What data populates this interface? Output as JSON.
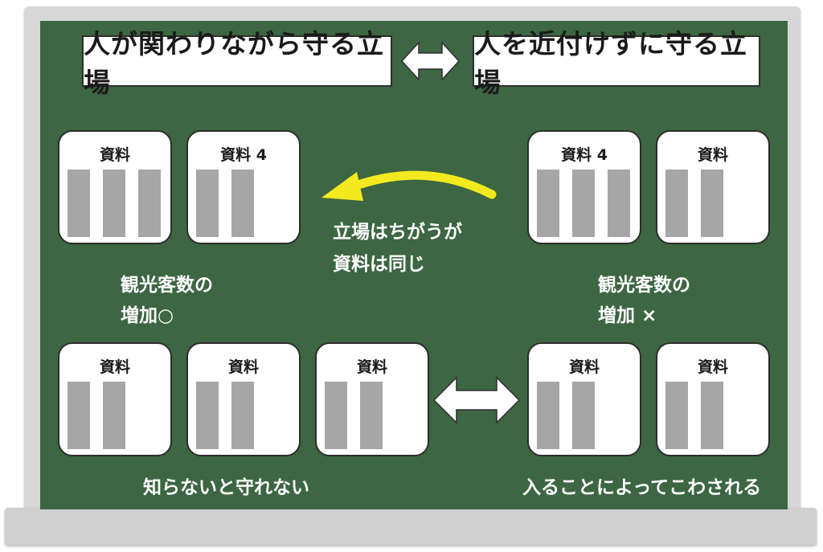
{
  "titles": {
    "left": "人が関わりながら守る立場",
    "right": "人を近付けずに守る立場"
  },
  "cards": {
    "top_left_1": {
      "label": "資料",
      "bars": 3
    },
    "top_left_2": {
      "label": "資料 4",
      "bars": 2
    },
    "top_right_1": {
      "label": "資料 4",
      "bars": 3
    },
    "top_right_2": {
      "label": "資料",
      "bars": 2
    },
    "bottom_left_1": {
      "label": "資料",
      "bars": 2
    },
    "bottom_left_2": {
      "label": "資料",
      "bars": 2
    },
    "bottom_left_3": {
      "label": "資料",
      "bars": 2
    },
    "bottom_right_1": {
      "label": "資料",
      "bars": 2
    },
    "bottom_right_2": {
      "label": "資料",
      "bars": 2
    }
  },
  "captions": {
    "middle_line1": "立場はちがうが",
    "middle_line2": "資料は同じ",
    "left_visitors_line1": "観光客数の",
    "left_visitors_line2": "増加○",
    "right_visitors_line1": "観光客数の",
    "right_visitors_line2": "増加 ×",
    "bottom_left": "知らないと守れない",
    "bottom_right": "入ることによってこわされる"
  },
  "colors": {
    "board": "#3d6642",
    "bars": "#a6a6a6",
    "arrow_yellow": "#f2ea1e",
    "double_arrow": "#ffffff"
  }
}
